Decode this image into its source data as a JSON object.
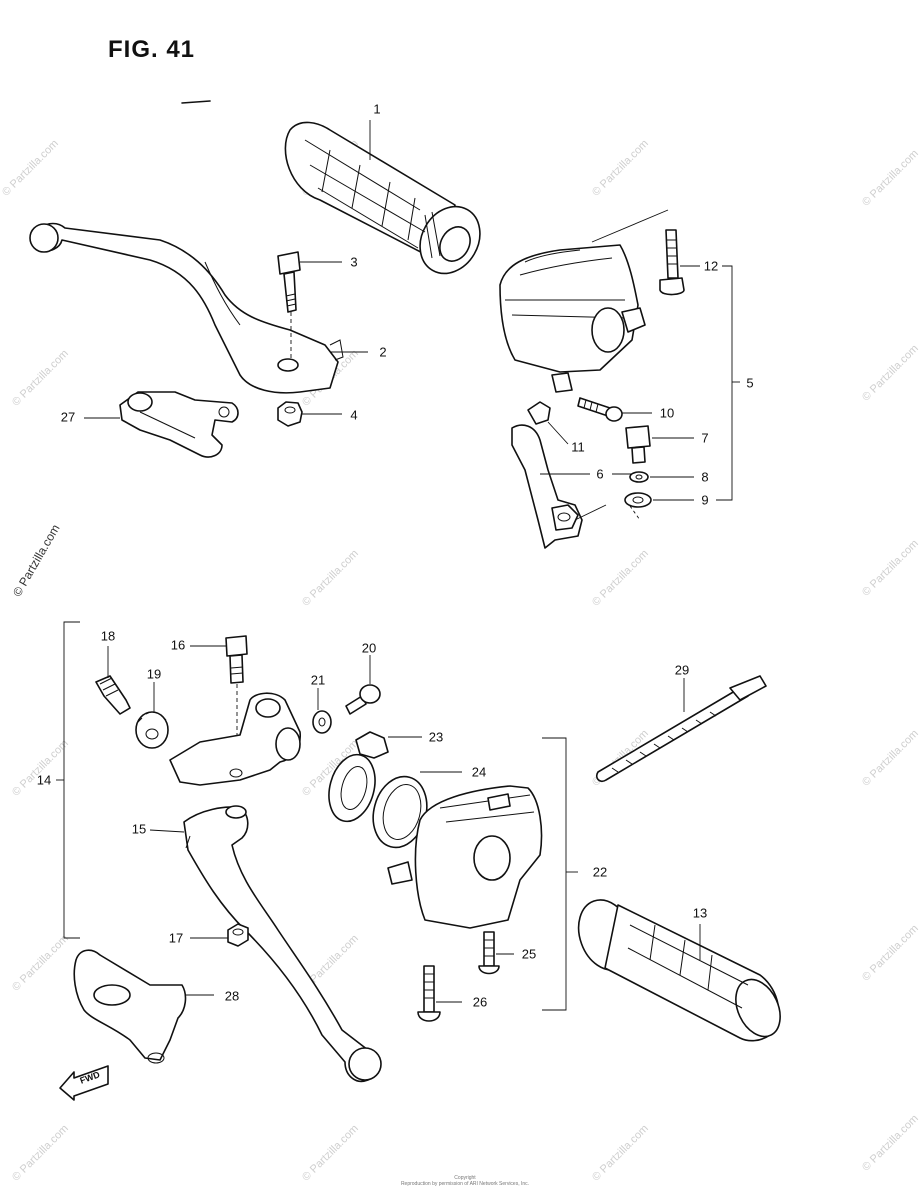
{
  "figure": {
    "title": "FIG. 41"
  },
  "callouts": [
    {
      "id": "1",
      "text": "1"
    },
    {
      "id": "2",
      "text": "2"
    },
    {
      "id": "3",
      "text": "3"
    },
    {
      "id": "4",
      "text": "4"
    },
    {
      "id": "5",
      "text": "5"
    },
    {
      "id": "6",
      "text": "6"
    },
    {
      "id": "7",
      "text": "7"
    },
    {
      "id": "8",
      "text": "8"
    },
    {
      "id": "9",
      "text": "9"
    },
    {
      "id": "10",
      "text": "10"
    },
    {
      "id": "11",
      "text": "11"
    },
    {
      "id": "12",
      "text": "12"
    },
    {
      "id": "13",
      "text": "13"
    },
    {
      "id": "14",
      "text": "14"
    },
    {
      "id": "15",
      "text": "15"
    },
    {
      "id": "16",
      "text": "16"
    },
    {
      "id": "17",
      "text": "17"
    },
    {
      "id": "18",
      "text": "18"
    },
    {
      "id": "19",
      "text": "19"
    },
    {
      "id": "20",
      "text": "20"
    },
    {
      "id": "21",
      "text": "21"
    },
    {
      "id": "22",
      "text": "22"
    },
    {
      "id": "23",
      "text": "23"
    },
    {
      "id": "24",
      "text": "24"
    },
    {
      "id": "25",
      "text": "25"
    },
    {
      "id": "26",
      "text": "26"
    },
    {
      "id": "27",
      "text": "27"
    },
    {
      "id": "28",
      "text": "28"
    },
    {
      "id": "29",
      "text": "29"
    }
  ],
  "direction_arrow": {
    "text": "FWD"
  },
  "watermark": {
    "text": "© Partzilla.com"
  },
  "footer": {
    "line1": "Copyright",
    "line2": "Reproduction by permission of ARI Network Services, Inc."
  }
}
